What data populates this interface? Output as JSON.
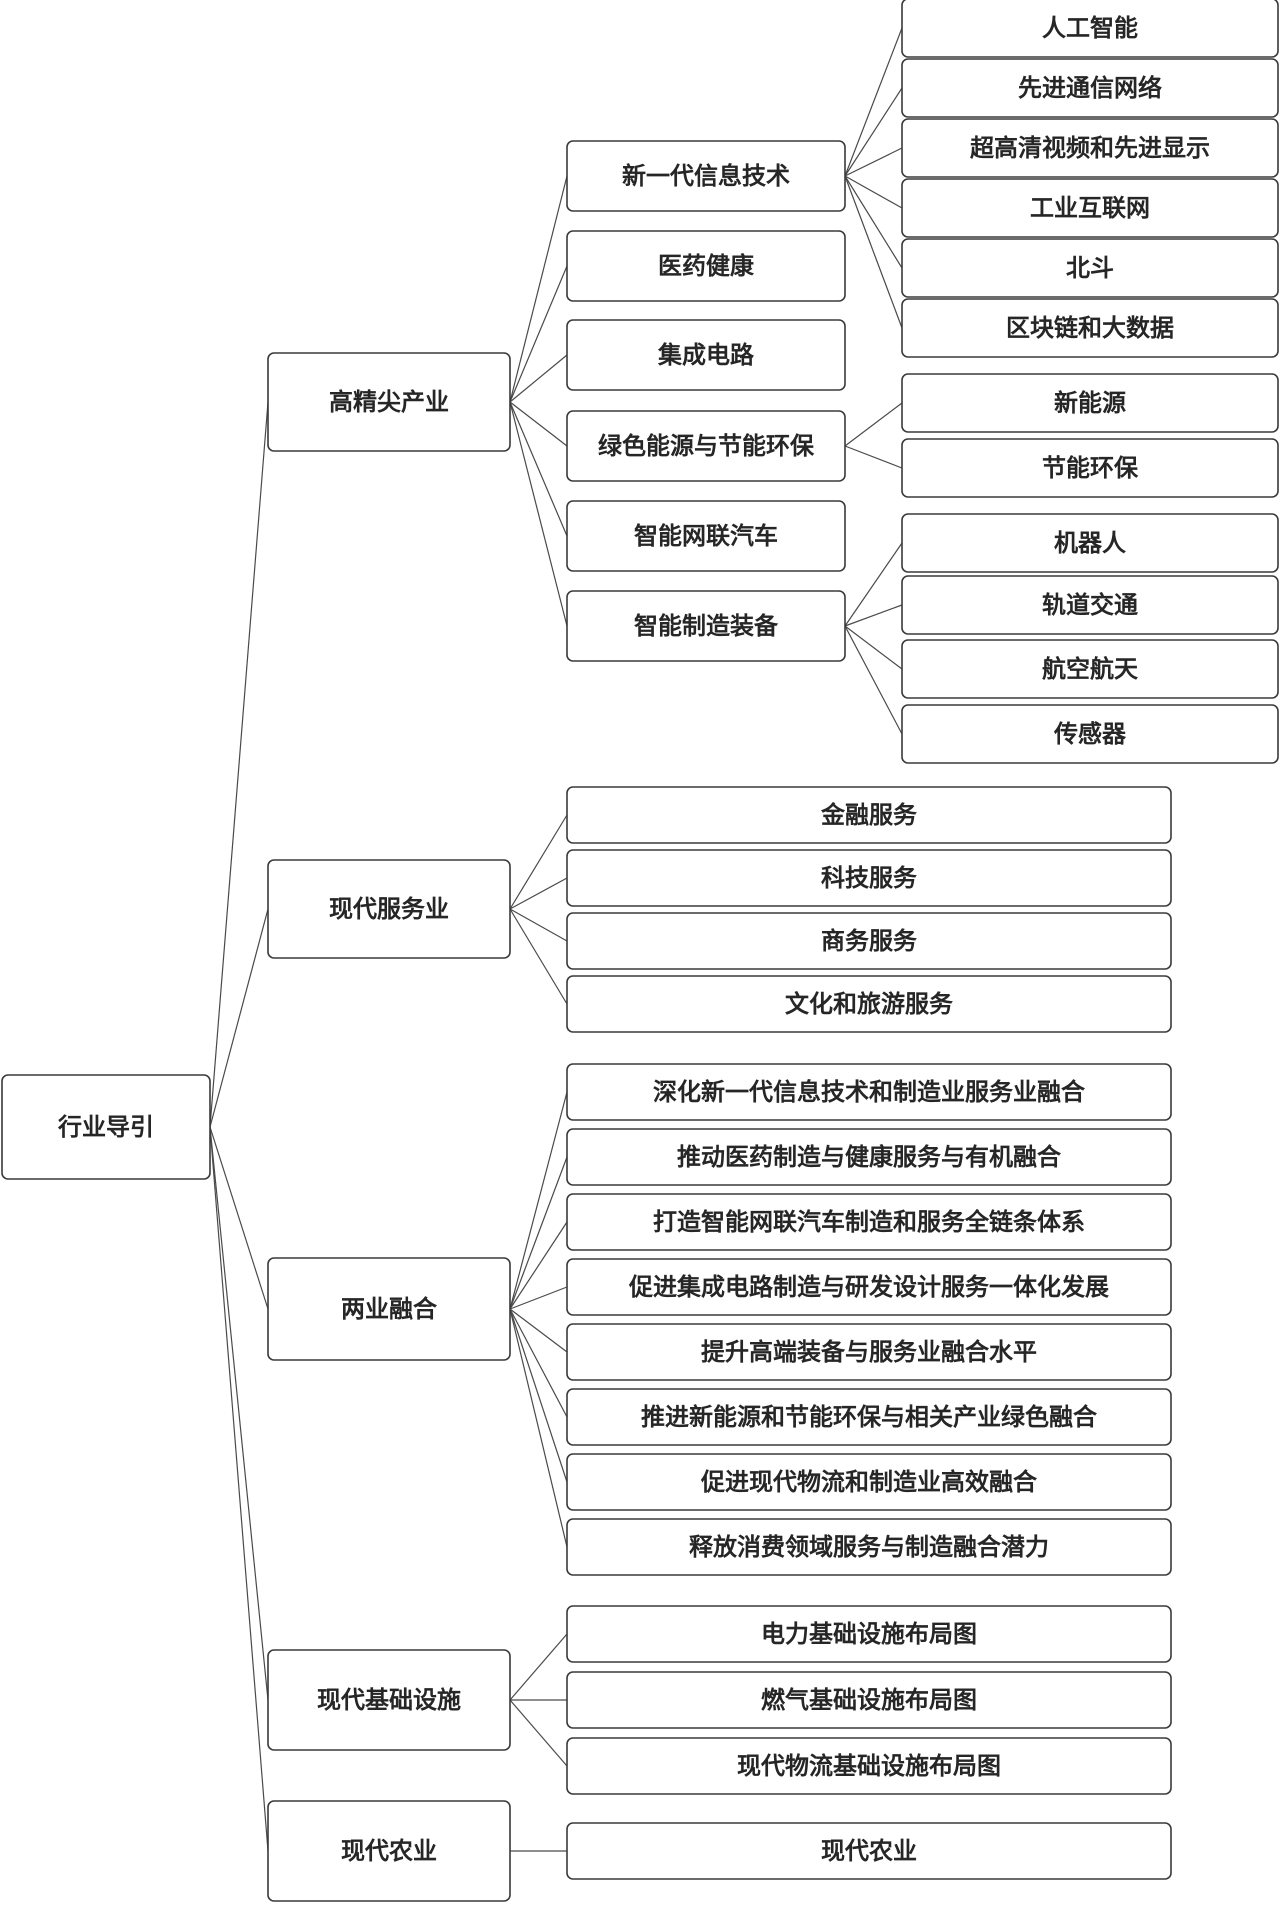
{
  "root": {
    "label": "行业导引",
    "children": [
      {
        "label": "高精尖产业",
        "children": [
          {
            "label": "新一代信息技术",
            "children": [
              "人工智能",
              "先进通信网络",
              "超高清视频和先进显示",
              "工业互联网",
              "北斗",
              "区块链和大数据"
            ]
          },
          {
            "label": "医药健康",
            "children": []
          },
          {
            "label": "集成电路",
            "children": []
          },
          {
            "label": "绿色能源与节能环保",
            "children": [
              "新能源",
              "节能环保"
            ]
          },
          {
            "label": "智能网联汽车",
            "children": []
          },
          {
            "label": "智能制造装备",
            "children": [
              "机器人",
              "轨道交通",
              "航空航天",
              "传感器"
            ]
          }
        ]
      },
      {
        "label": "现代服务业",
        "children": [
          "金融服务",
          "科技服务",
          "商务服务",
          "文化和旅游服务"
        ]
      },
      {
        "label": "两业融合",
        "children": [
          "深化新一代信息技术和制造业服务业融合",
          "推动医药制造与健康服务与有机融合",
          "打造智能网联汽车制造和服务全链条体系",
          "促进集成电路制造与研发设计服务一体化发展",
          "提升高端装备与服务业融合水平",
          "推进新能源和节能环保与相关产业绿色融合",
          "促进现代物流和制造业高效融合",
          "释放消费领域服务与制造融合潜力"
        ]
      },
      {
        "label": "现代基础设施",
        "children": [
          "电力基础设施布局图",
          "燃气基础设施布局图",
          "现代物流基础设施布局图"
        ]
      },
      {
        "label": "现代农业",
        "children": [
          "现代农业"
        ]
      }
    ]
  }
}
